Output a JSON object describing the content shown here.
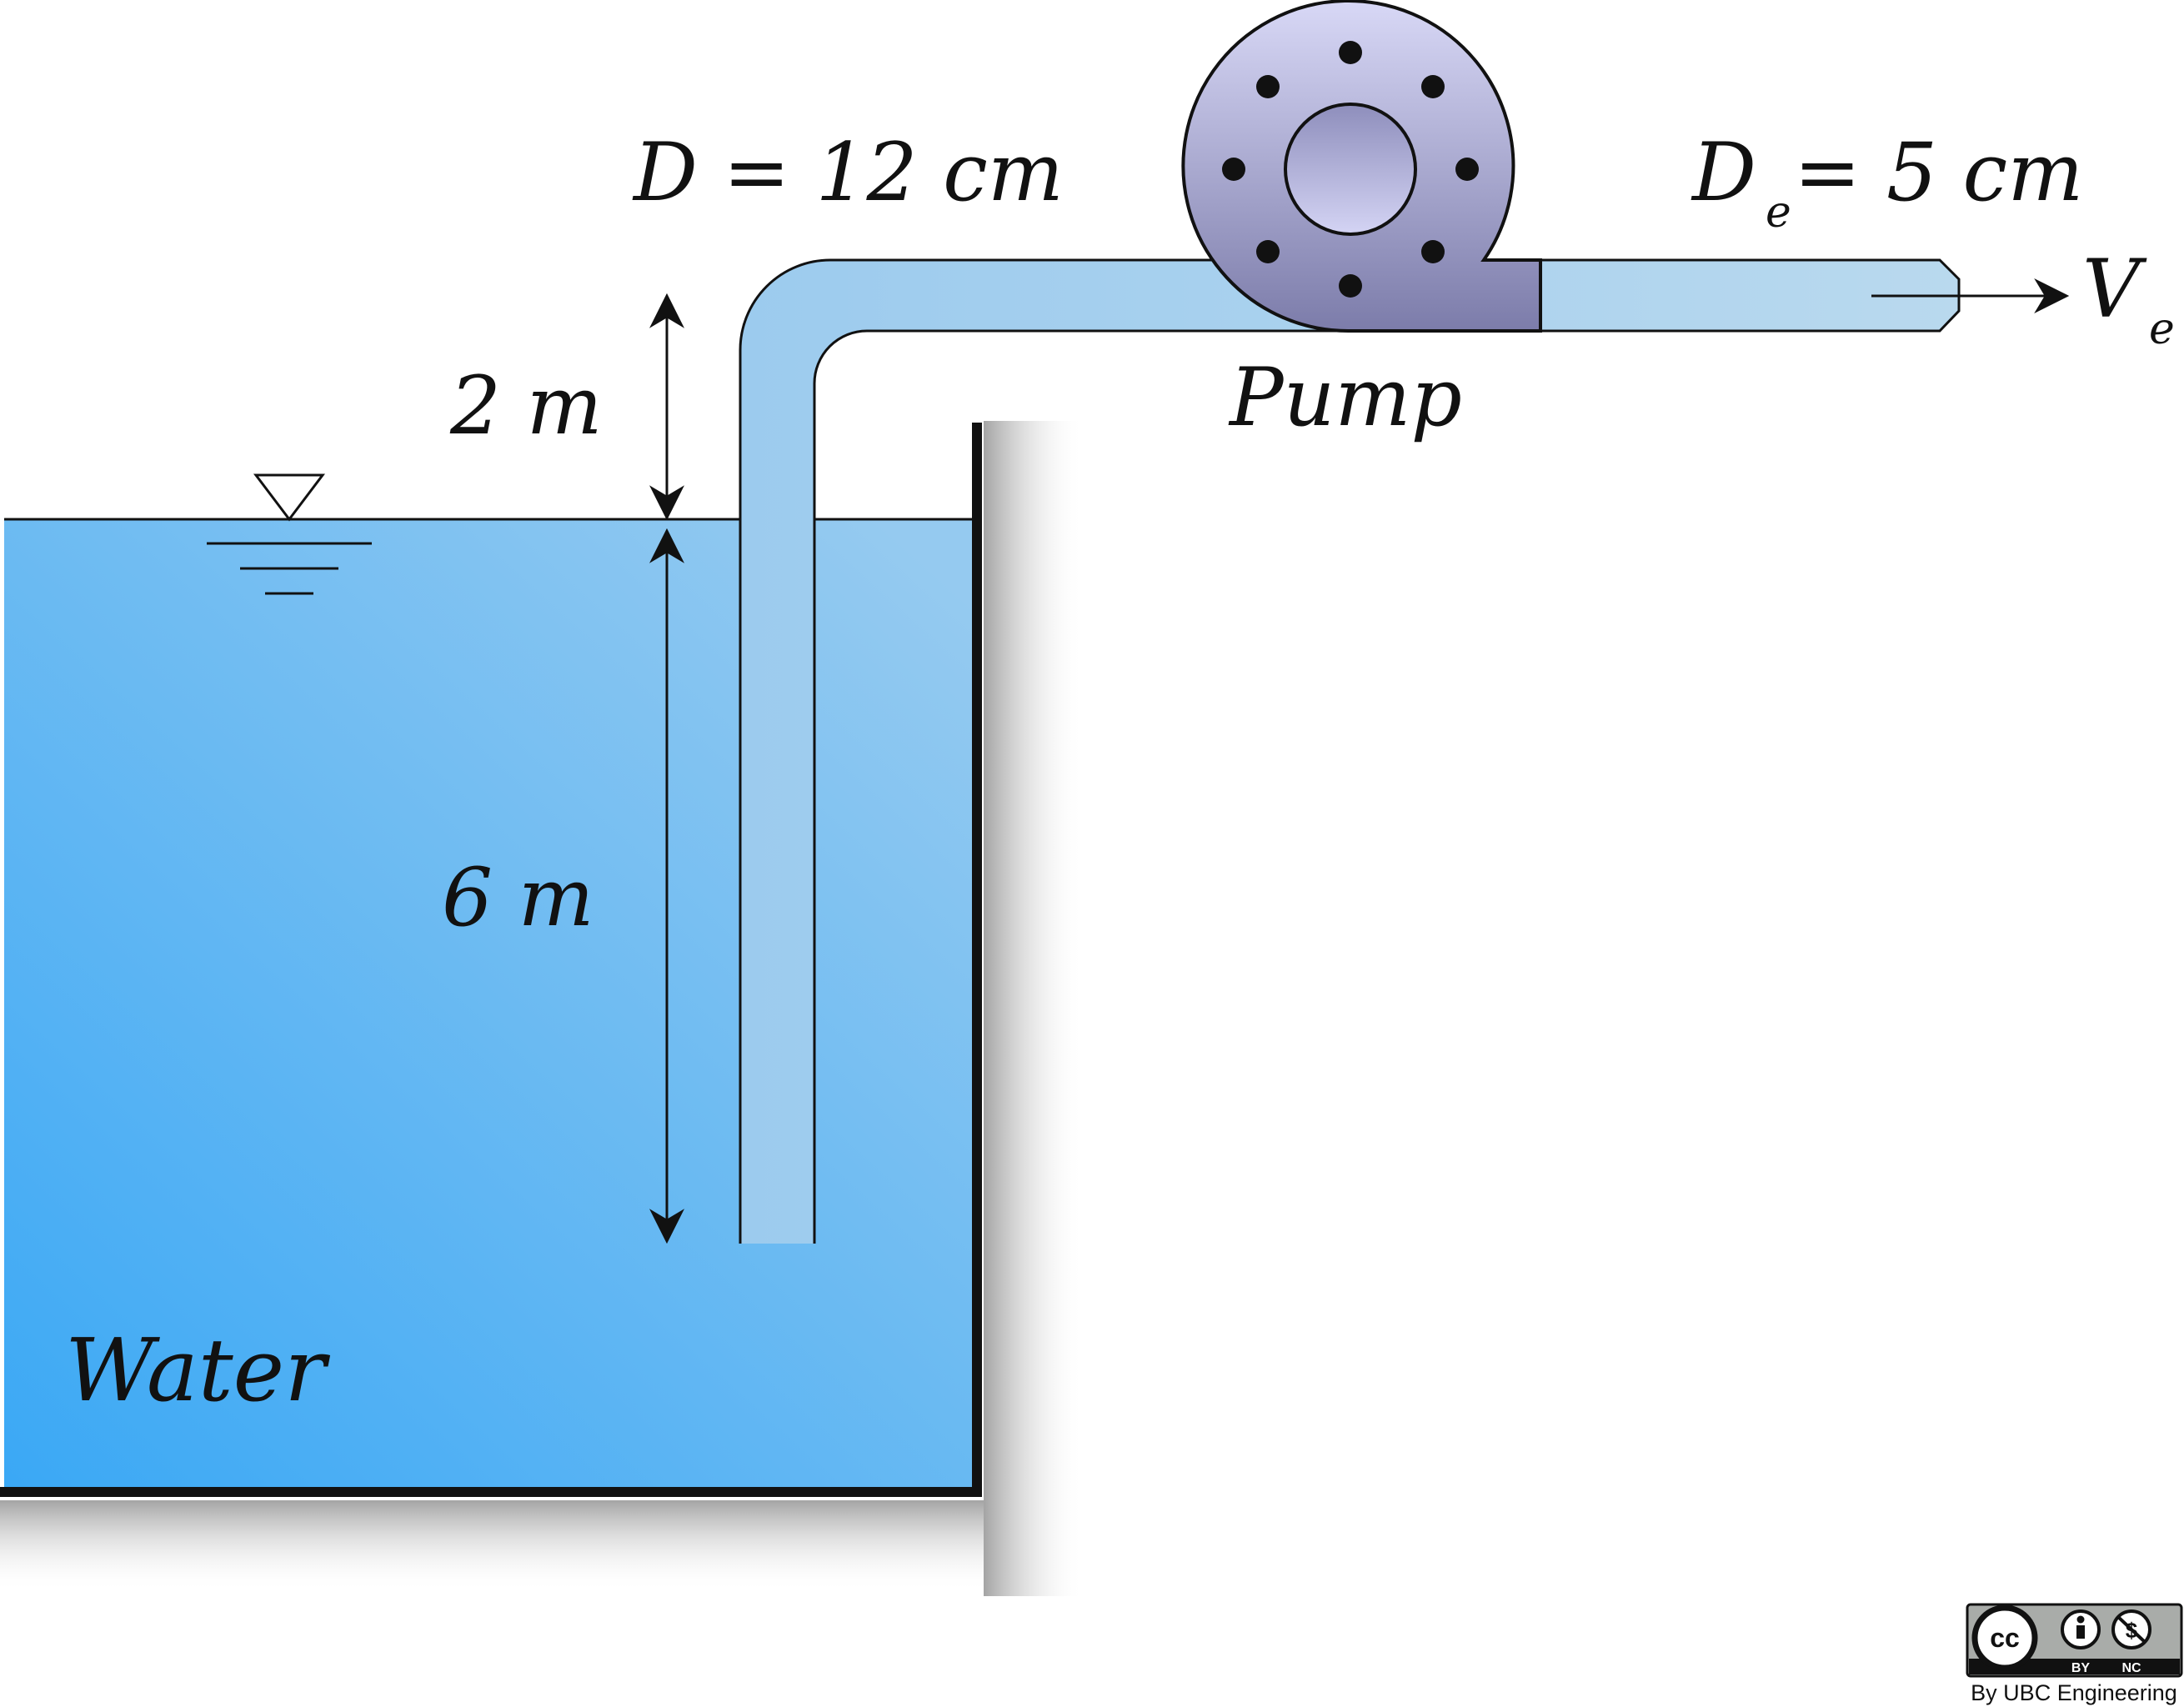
{
  "diagram": {
    "labels": {
      "suction_diameter": "D = 12 cm",
      "exit_symbol": "D",
      "exit_subscript": "e",
      "exit_value": "= 5 cm",
      "velocity_symbol": "V",
      "velocity_subscript": "e",
      "pump": "Pump",
      "height_above_surface": "2 m",
      "submerged_depth": "6 m",
      "fluid": "Water"
    }
  },
  "license": {
    "cc": "cc",
    "by": "BY",
    "nc": "NC",
    "credit": "By UBC Engineering"
  },
  "colors": {
    "water_top": "#94c9f0",
    "water_bottom": "#3aa8f5",
    "pipe_fill": "#a5d0ee",
    "pump_body": "#9a9ac8",
    "pump_hub": "#b8b8e0",
    "outline": "#111111"
  }
}
